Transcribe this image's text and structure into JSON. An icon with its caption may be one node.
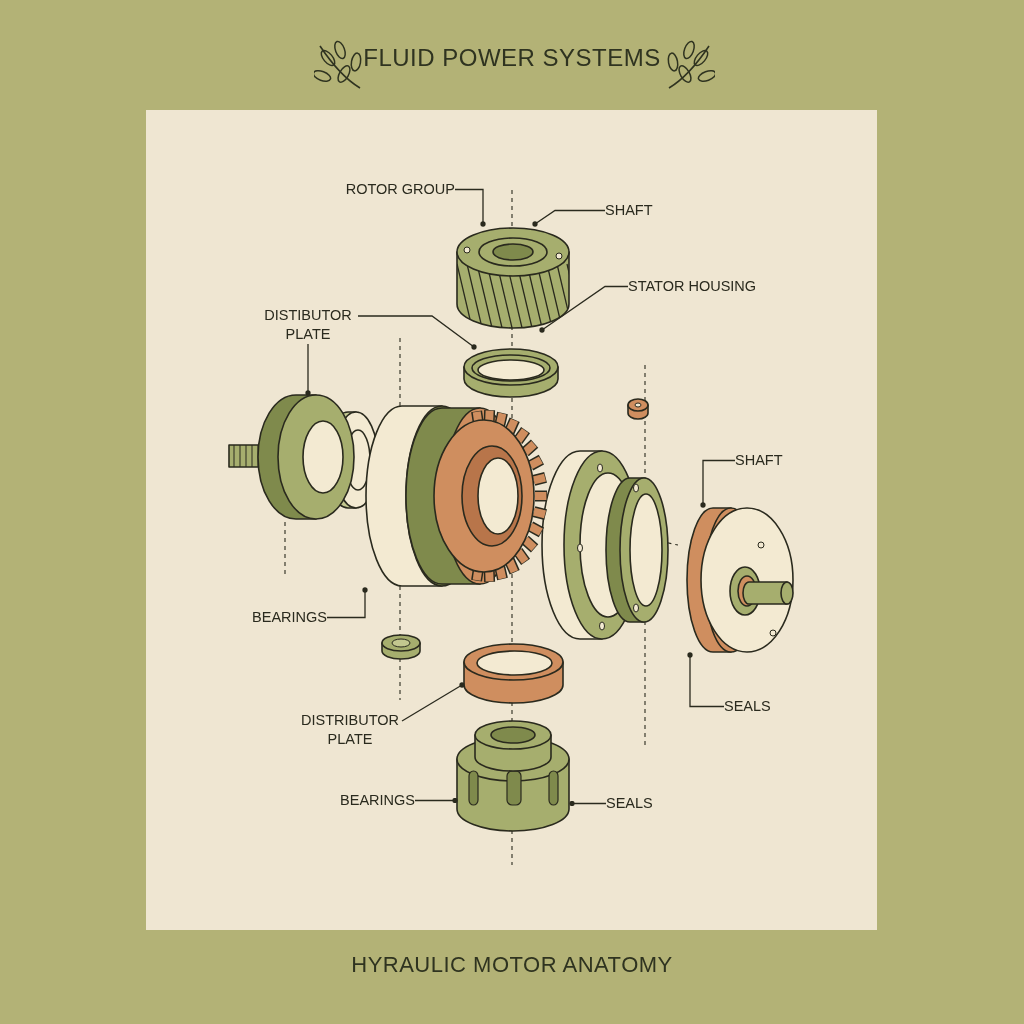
{
  "diagram": {
    "title": "FLUID POWER SYSTEMS",
    "caption": "HYRAULIC MOTOR ANATOMY",
    "nodes": [
      {
        "text": [
          "ROTOR GROUP"
        ]
      },
      {
        "text": [
          "SHAFT"
        ]
      },
      {
        "text": [
          "STATOR HOUSING"
        ]
      },
      {
        "text": [
          "DISTIBUTOR PLATE"
        ]
      },
      {
        "text": [
          "BEARINGS"
        ]
      },
      {
        "text": [
          "SHAFT"
        ]
      },
      {
        "text": [
          "SEALS"
        ]
      },
      {
        "text": [
          "DISTRIBUTOR PLATE"
        ]
      },
      {
        "text": [
          "BEARINGS"
        ]
      },
      {
        "text": [
          "SEALS"
        ]
      },
      {
        "text": [],
        "shape": "picture"
      },
      {
        "text": [],
        "shape": "picture"
      },
      {
        "text": [],
        "shape": "picture"
      },
      {
        "text": [],
        "shape": "picture"
      },
      {
        "text": [],
        "shape": "picture"
      },
      {
        "text": [],
        "shape": "cylinder"
      },
      {
        "text": [],
        "shape": "picture"
      }
    ],
    "edges": [
      {
        "from": 0,
        "to": 10,
        "arrow": "other"
      },
      {
        "from": 1,
        "to": 10,
        "arrow": "other"
      },
      {
        "from": 2,
        "to": 10,
        "arrow": "other"
      },
      {
        "from": 3,
        "to": 11,
        "arrow": "other"
      },
      {
        "from": 3,
        "to": 12,
        "arrow": "other"
      },
      {
        "from": 4,
        "to": 13,
        "arrow": "other"
      },
      {
        "from": 5,
        "to": 14,
        "arrow": "other"
      },
      {
        "from": 6,
        "to": 14,
        "arrow": "other"
      },
      {
        "from": 7,
        "to": 15,
        "arrow": "other"
      },
      {
        "from": 8,
        "to": 16,
        "arrow": "other"
      },
      {
        "from": 9,
        "to": 16,
        "arrow": "other"
      }
    ]
  }
}
